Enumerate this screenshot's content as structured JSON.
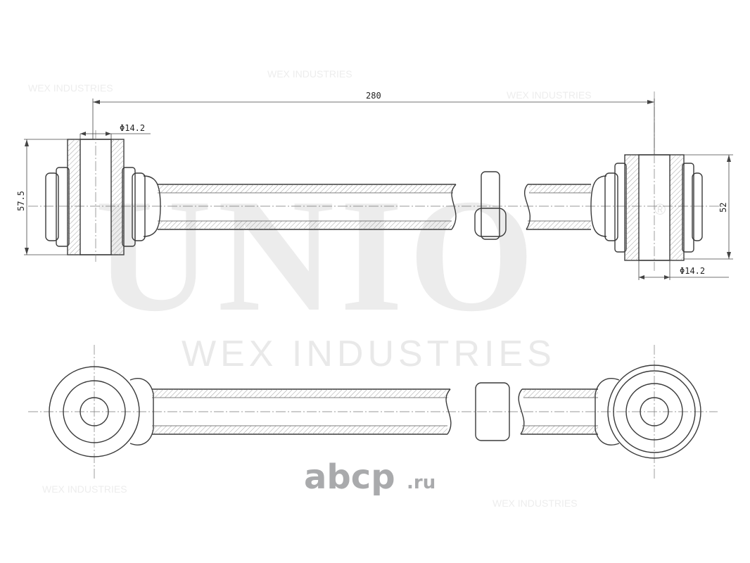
{
  "watermark": {
    "brand": "UNIO",
    "company": "WEX INDUSTRIES",
    "background_text": "WEX INDUSTRIES",
    "registered_mark": "®"
  },
  "site_logo": {
    "name": "abcp",
    "domain": ".ru",
    "color": "#a9aaac"
  },
  "dimensions": {
    "overall_length": "280",
    "left_bore": "Φ14.2",
    "right_bore": "Φ14.2",
    "left_height": "57.5",
    "right_height": "52"
  },
  "colors": {
    "line": "#3a3a3a",
    "watermark": "#ececec"
  }
}
